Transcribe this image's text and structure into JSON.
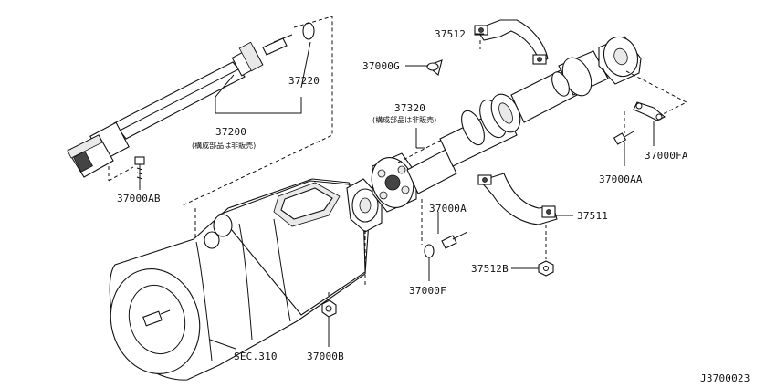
{
  "diagram_id": "J3700023",
  "labels": {
    "p37200": "37200",
    "p37200_note": "(構成部品は非販売)",
    "p37220": "37220",
    "p37000AB": "37000AB",
    "p37320": "37320",
    "p37320_note": "(構成部品は非販売)",
    "p37512": "37512",
    "p37000G": "37000G",
    "p37000FA": "37000FA",
    "p37000AA": "37000AA",
    "p37000A": "37000A",
    "p37000F": "37000F",
    "p37511": "37511",
    "p37512B": "37512B",
    "p37000B": "37000B",
    "sec310": "SEC.310"
  }
}
